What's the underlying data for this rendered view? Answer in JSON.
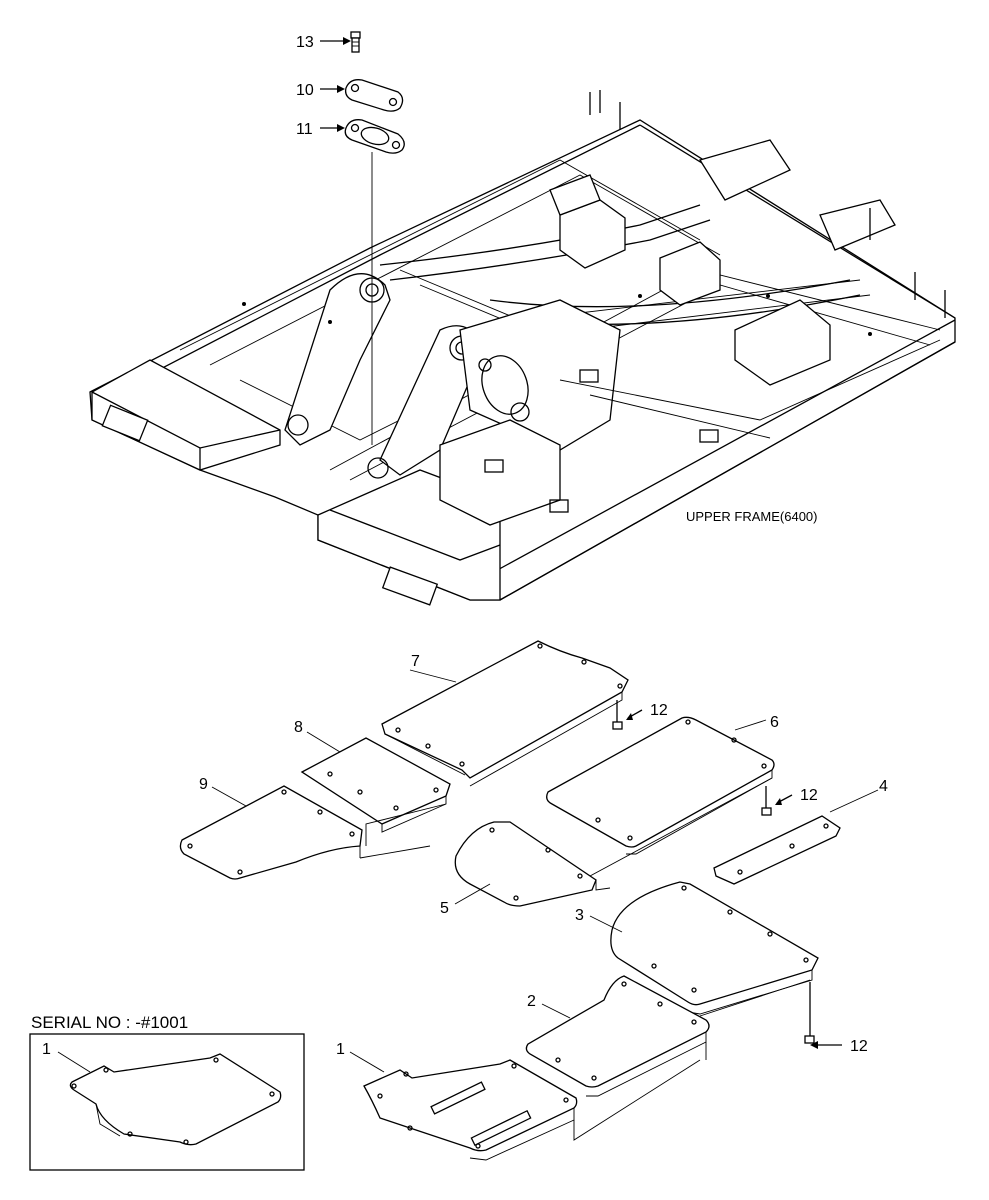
{
  "diagram": {
    "frame_caption": "UPPER FRAME(6400)",
    "serial_caption": "SERIAL NO : -#1001",
    "part_labels": {
      "p13": "13",
      "p10": "10",
      "p11": "11",
      "p7": "7",
      "p12a": "12",
      "p8": "8",
      "p6": "6",
      "p9": "9",
      "p12b": "12",
      "p4": "4",
      "p5": "5",
      "p3": "3",
      "p2": "2",
      "p12c": "12",
      "p1": "1",
      "p1_inset": "1"
    }
  }
}
